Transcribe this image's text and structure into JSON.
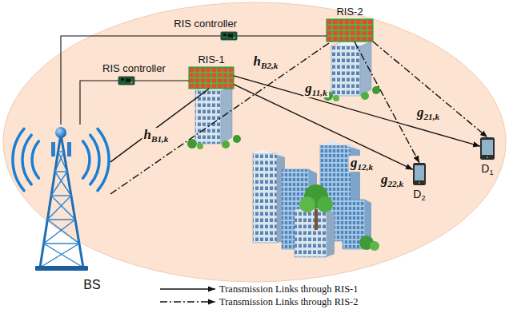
{
  "diagram": {
    "nodes": [
      {
        "text": [
          "RIS-2"
        ]
      },
      {
        "text": [
          "RIS controller"
        ]
      },
      {
        "text": [
          "RIS-1"
        ]
      },
      {
        "text": [
          "RIS controller"
        ]
      },
      {
        "text": [
          "D2"
        ]
      },
      {
        "text": [
          "D1"
        ]
      },
      {
        "text": [
          "BS"
        ]
      }
    ],
    "edges": [
      {
        "from": 6,
        "to": 1,
        "arrow": "none"
      },
      {
        "from": 1,
        "to": 0,
        "arrow": "none"
      },
      {
        "from": 6,
        "to": 3,
        "arrow": "none"
      },
      {
        "from": 3,
        "to": 2,
        "arrow": "none"
      },
      {
        "from": 6,
        "to": 2,
        "label": "hB1,k",
        "arrow": "none"
      },
      {
        "from": 6,
        "to": 0,
        "label": "hB2,k",
        "arrow": "none"
      },
      {
        "from": 2,
        "to": 5,
        "label": "g11,k",
        "arrow": "to"
      },
      {
        "from": 2,
        "to": 4,
        "label": "g12,k",
        "arrow": "to"
      },
      {
        "from": 0,
        "to": 5,
        "label": "g21,k",
        "arrow": "to"
      },
      {
        "from": 0,
        "to": 4,
        "label": "g22,k",
        "arrow": "to"
      }
    ],
    "legend": [
      {
        "text": "Transmission Links through RIS-1"
      },
      {
        "text": "Transmission Links through RIS-2"
      }
    ]
  }
}
